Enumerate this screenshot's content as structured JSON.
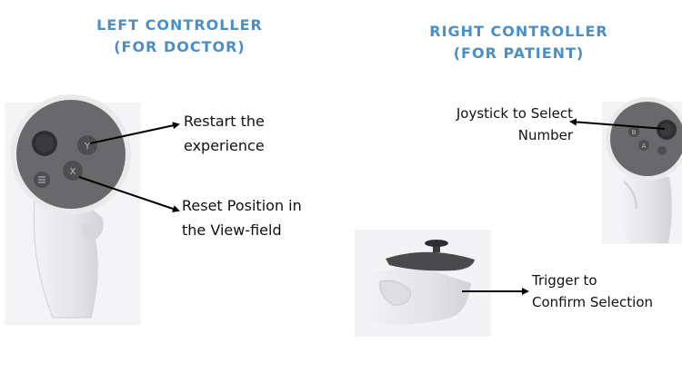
{
  "headings": {
    "left_line1": "LEFT CONTROLLER",
    "left_line2": "(FOR DOCTOR)",
    "right_line1": "RIGHT CONTROLLER",
    "right_line2": "(FOR PATIENT)"
  },
  "labels": {
    "restart_line1": "Restart the",
    "restart_line2": "experience",
    "reset_line1": "Reset Position in",
    "reset_line2": "the View-field",
    "joystick_line1": "Joystick to Select",
    "joystick_line2": "Number",
    "trigger_line1": "Trigger to",
    "trigger_line2": "Confirm Selection"
  },
  "buttons": {
    "left_y": "Y",
    "left_x": "X",
    "right_b": "B",
    "right_a": "A"
  },
  "colors": {
    "heading": "#4a90c6",
    "controller_gray": "#6a6a6c",
    "controller_body": "#e9e9eb"
  }
}
